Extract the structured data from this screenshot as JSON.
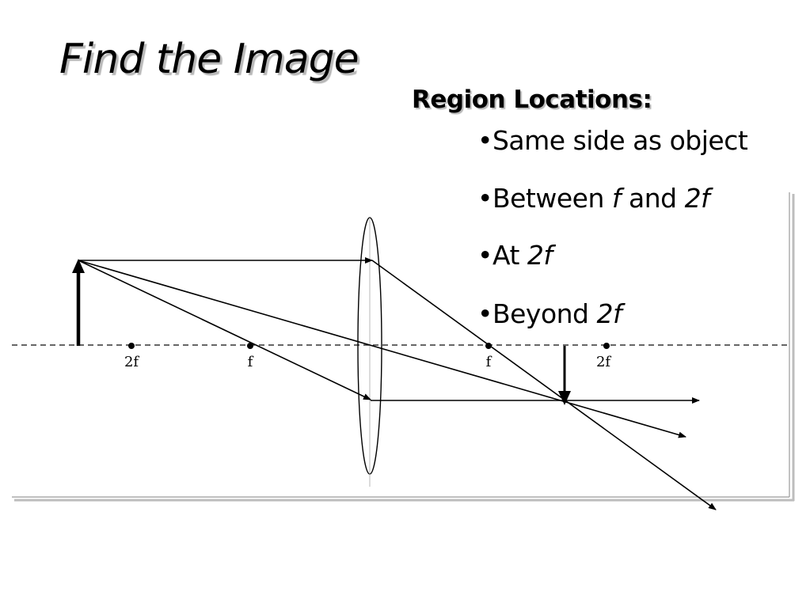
{
  "slide": {
    "title": "Find the Image"
  },
  "regions": {
    "heading": "Region Locations",
    "heading_colon": ":",
    "items": [
      {
        "bullet": "•",
        "text": "Same side as object"
      },
      {
        "bullet": "•",
        "pre": "Between ",
        "f": "f",
        "mid": " and ",
        "twof": "2f"
      },
      {
        "bullet": "•",
        "pre": "At ",
        "twof": "2f"
      },
      {
        "bullet": "•",
        "pre": "Beyond ",
        "twof": "2f"
      }
    ]
  },
  "diagram": {
    "labels": {
      "left_2f": "2f",
      "left_f": "f",
      "right_f": "f",
      "right_2f": "2f"
    }
  }
}
